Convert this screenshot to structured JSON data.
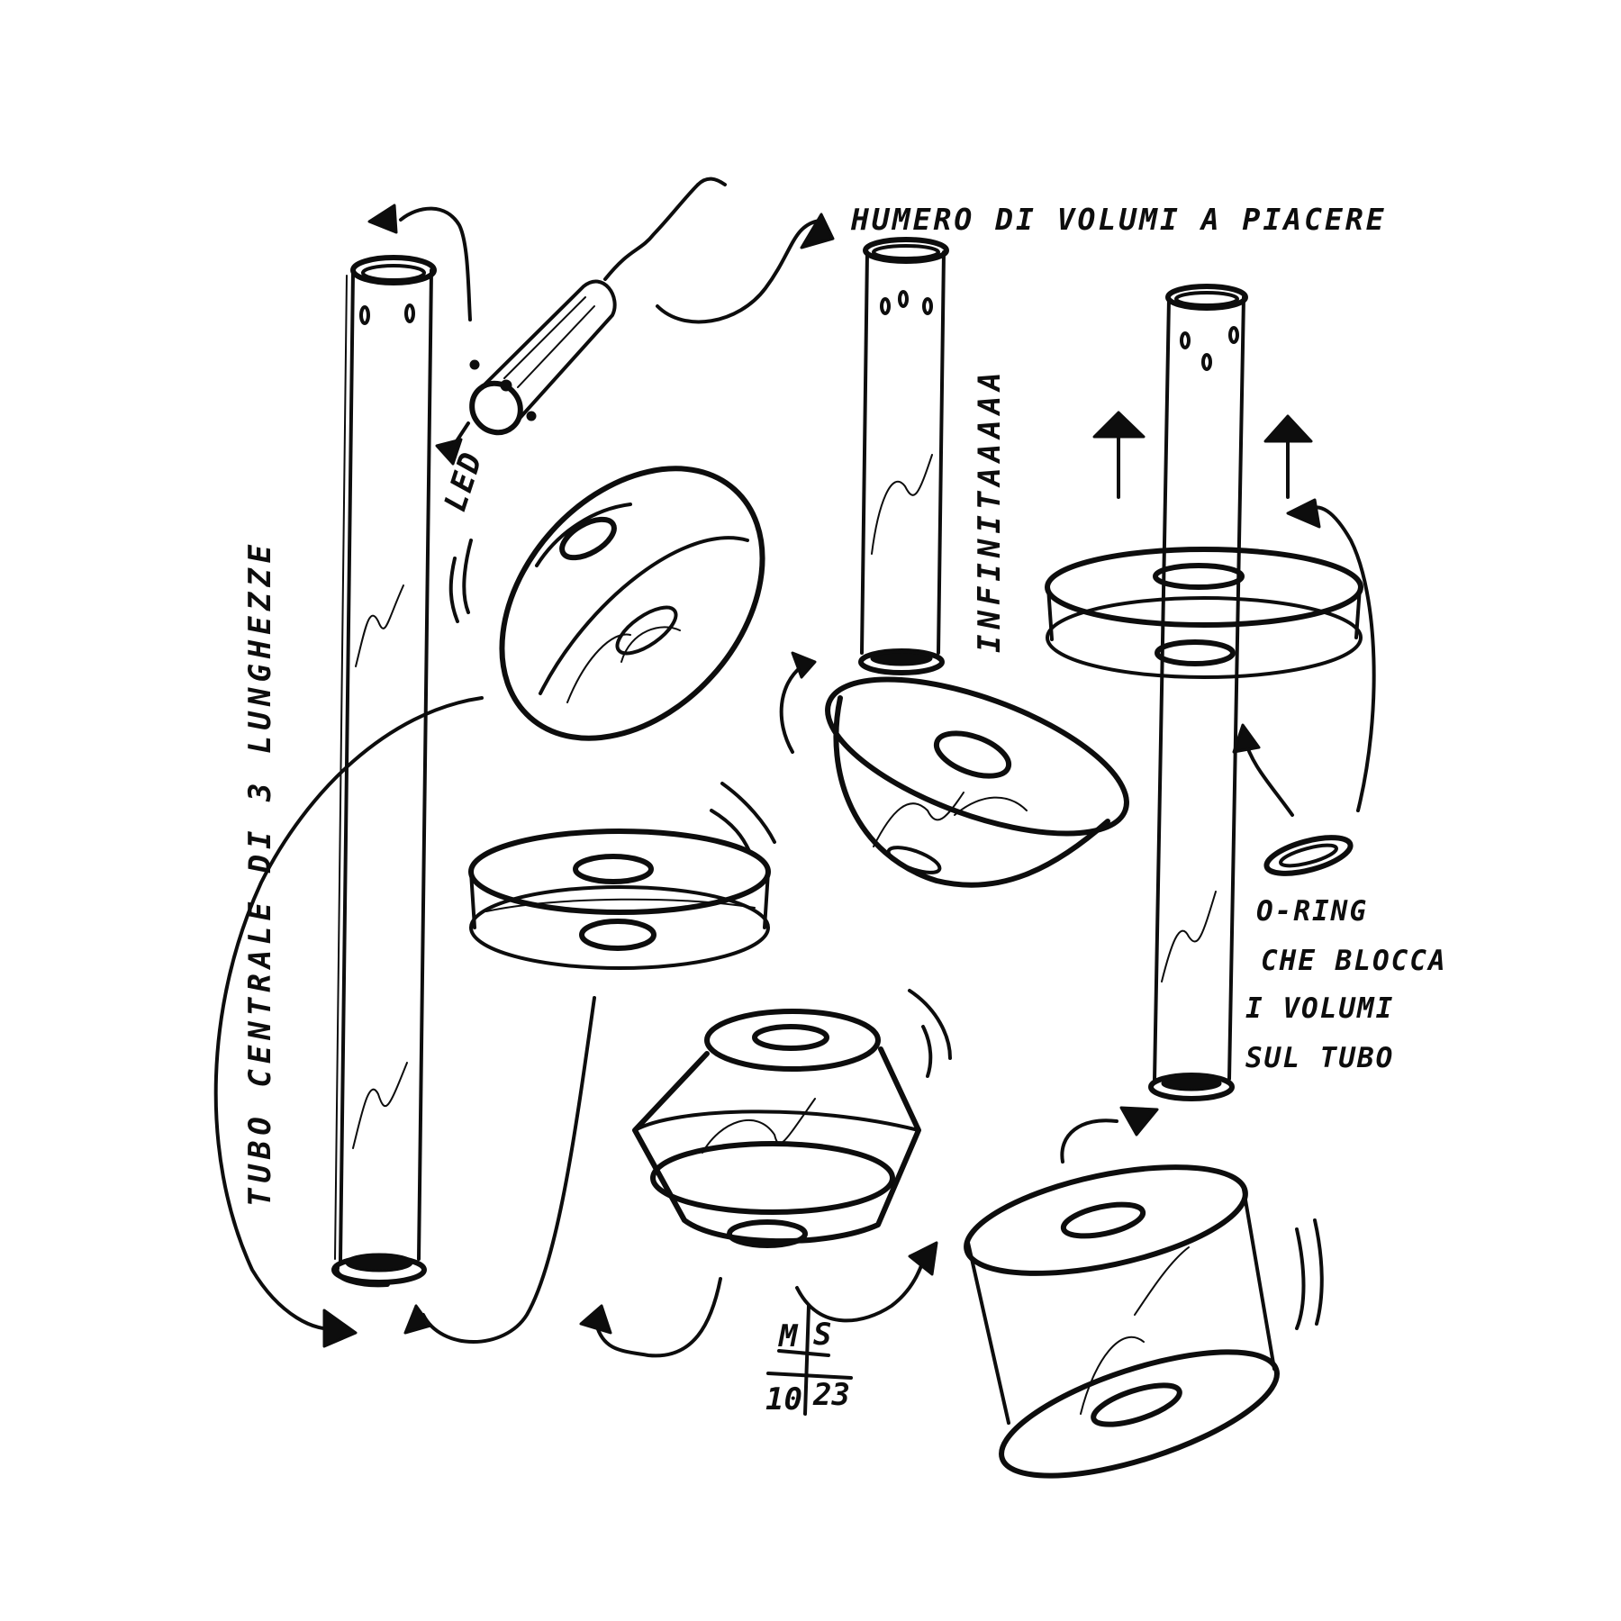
{
  "labels": {
    "volumes_number": "HUMERO DI VOLUMI A PIACERE",
    "central_tube": "TUBO CENTRALE DI 3 LUNGHEZZE",
    "led": "LED",
    "infinite": "INFINITAAAAA",
    "oring": [
      "O-RING",
      "CHE BLOCCA",
      "I VOLUMI",
      "SUL TUBO"
    ]
  },
  "signature": {
    "initials_left": "M",
    "initials_right": "S",
    "date_left": "10",
    "date_right": "23"
  },
  "colors": {
    "ink": "#0d0d0d",
    "paper": "#ffffff"
  }
}
